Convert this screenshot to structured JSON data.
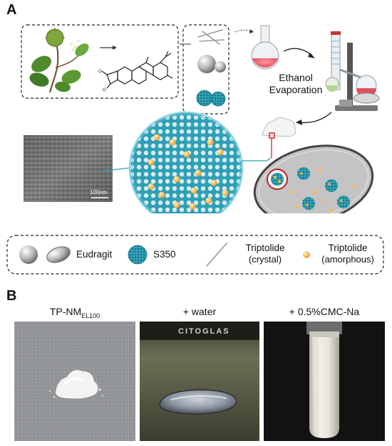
{
  "panel_a": {
    "letter": "A",
    "step_label_line1": "Ethanol",
    "step_label_line2": "Evaporation",
    "sem_scale": "100nm"
  },
  "legend": {
    "eudragit": "Eudragit",
    "s350": "S350",
    "tp_crystal_line1": "Triptolide",
    "tp_crystal_line2": "(crystal)",
    "tp_amorph_line1": "Triptolide",
    "tp_amorph_line2": "(amorphous)"
  },
  "panel_b": {
    "letter": "B",
    "caption1_main": "TP-NM",
    "caption1_sub": "EL100",
    "caption2": "+ water",
    "caption3": "+ 0.5%CMC-Na",
    "glass_brand": "CITOGLAS"
  },
  "colors": {
    "mesoporous": "#2f9fb6",
    "mesoporous_dark": "#1d7387",
    "pore_fill": "#d6eef3",
    "drug_dot": "#f3b94c",
    "cell_gray": "#bcbcbc"
  }
}
